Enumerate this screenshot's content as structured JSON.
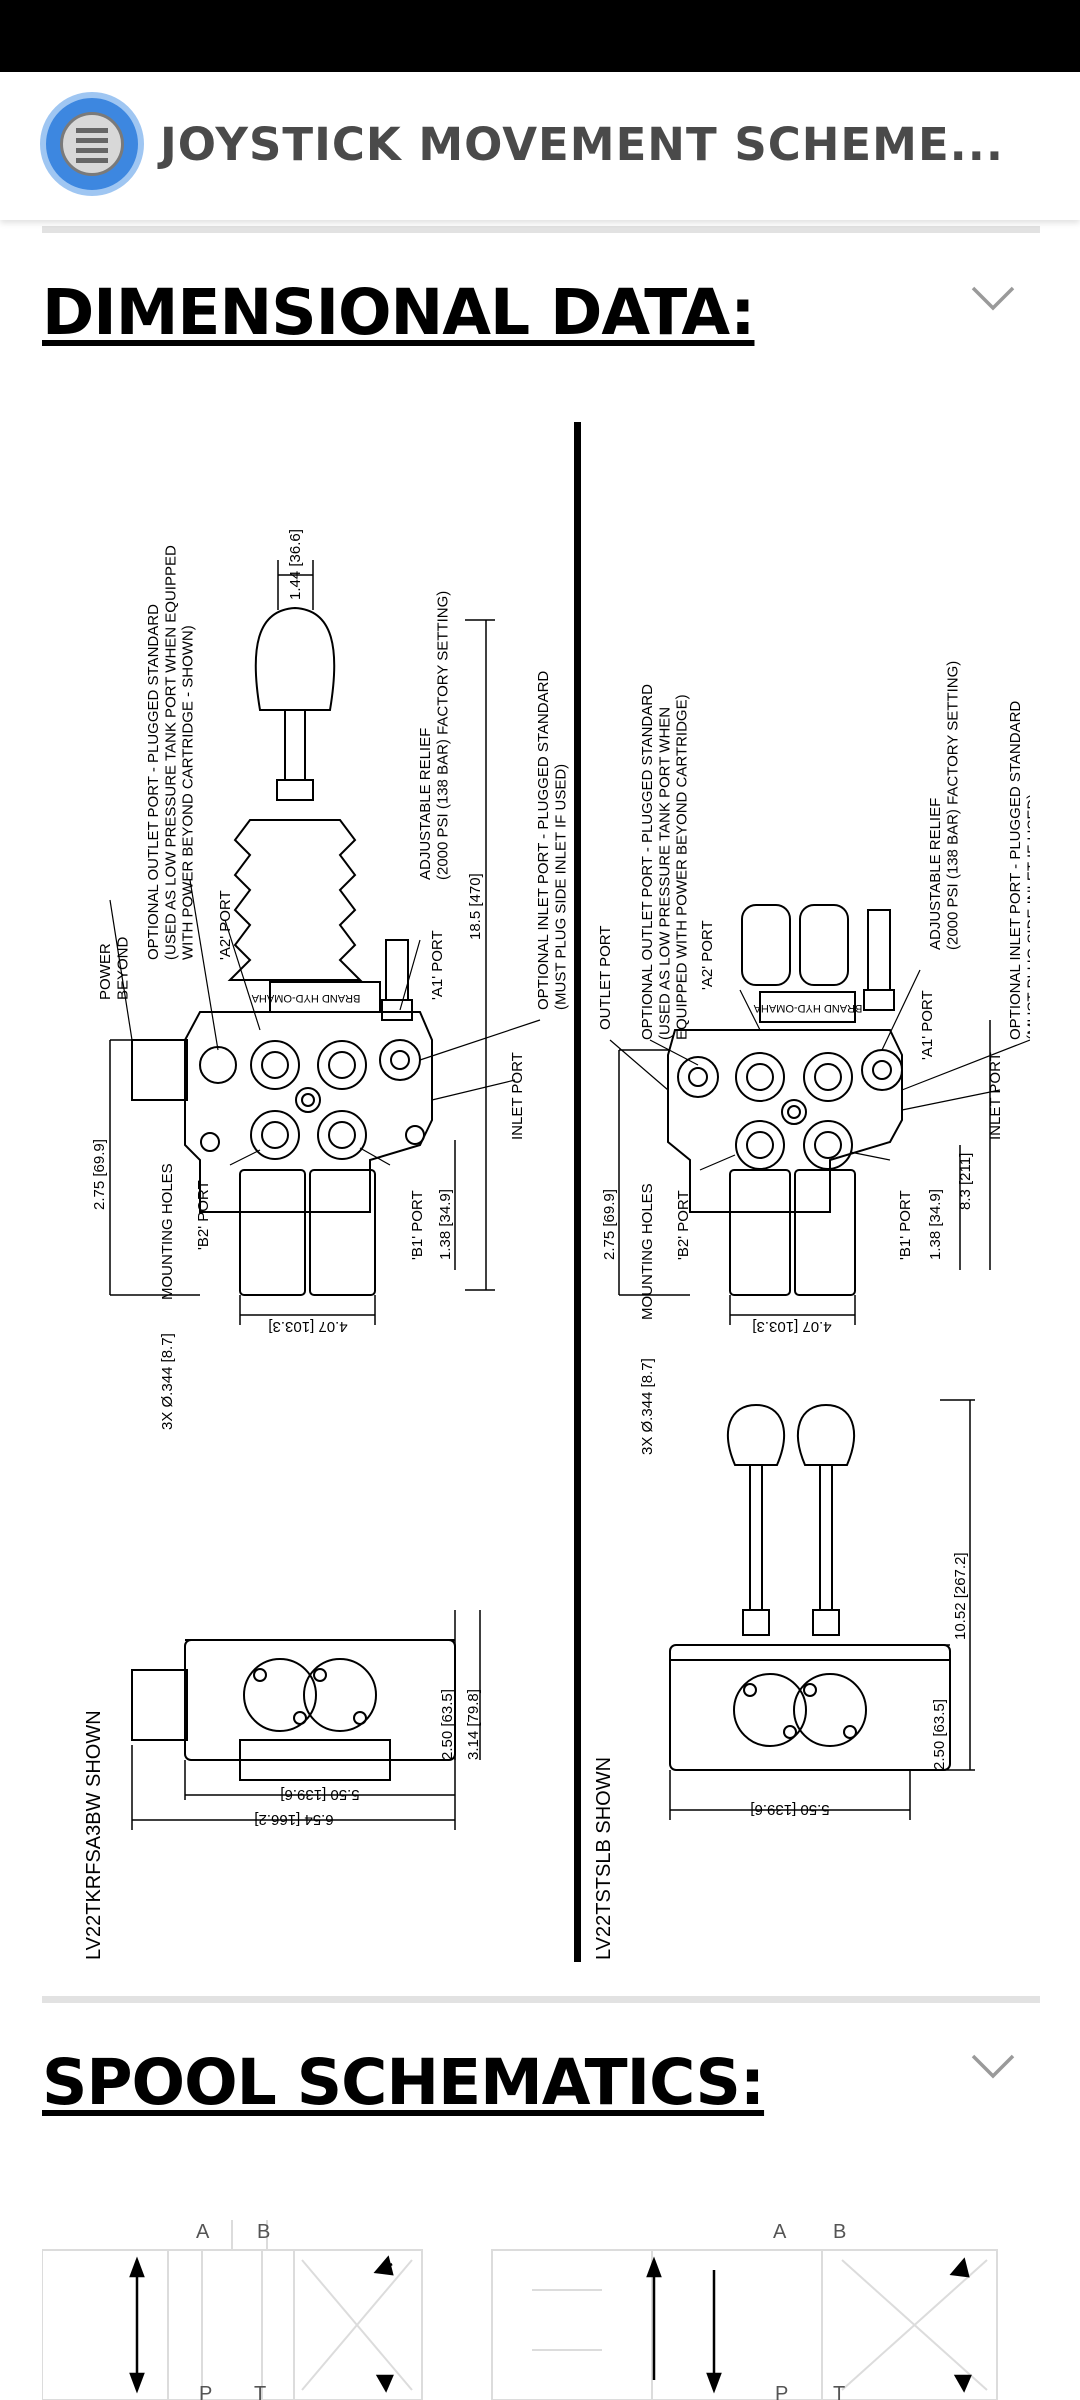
{
  "header": {
    "title": "JOYSTICK MOVEMENT SCHEME..."
  },
  "sections": {
    "dimensional": {
      "title": "DIMENSIONAL DATA:"
    },
    "spool": {
      "title": "SPOOL SCHEMATICS:"
    }
  },
  "drawing": {
    "left": {
      "model": "LV22TKRFSA3BW SHOWN",
      "power_beyond": "POWER\nBEYOND",
      "optional_outlet": "OPTIONAL OUTLET PORT - PLUGGED STANDARD\n(USED AS LOW PRESSURE TANK PORT WHEN EQUIPPED\nWITH POWER BEYOND CARTRIDGE - SHOWN)",
      "a2_port": "'A2' PORT",
      "dim_144": "1.44 [36.6]",
      "adjustable_relief": "ADJUSTABLE RELIEF\n(2000 PSI (138 BAR) FACTORY SETTING)",
      "optional_inlet": "OPTIONAL INLET PORT - PLUGGED STANDARD\n(MUST PLUG SIDE INLET IF USED)",
      "dim_185": "18.5 [470]",
      "a1_port": "'A1' PORT",
      "inlet_port": "INLET PORT",
      "dim_275": "2.75 [69.9]",
      "mounting_holes": "MOUNTING HOLES",
      "b2_port": "'B2' PORT",
      "b1_port": "'B1' PORT",
      "dim_138": "1.38 [34.9]",
      "dim_407": "4.07 [103.3]",
      "holes": "3X Ø.344 [8.7]",
      "dim_250": "2.50 [63.5]",
      "dim_314": "3.14 [79.8]",
      "dim_550": "5.50 [139.6]",
      "dim_654": "6.54 [166.2]",
      "brand": "BRAND HYD-OMAHA"
    },
    "right": {
      "model": "LV22TSTSLB SHOWN",
      "outlet_port": "OUTLET PORT",
      "optional_outlet": "OPTIONAL OUTLET PORT - PLUGGED STANDARD\n(USED AS LOW PRESSURE TANK PORT WHEN\nEQUIPPED WITH POWER BEYOND CARTRIDGE)",
      "a2_port": "'A2' PORT",
      "adjustable_relief": "ADJUSTABLE RELIEF\n(2000 PSI (138 BAR) FACTORY SETTING)",
      "optional_inlet": "OPTIONAL INLET PORT - PLUGGED STANDARD\n(MUST PLUG SIDE INLET IF USED)",
      "a1_port": "'A1' PORT",
      "inlet_port": "INLET PORT",
      "dim_275": "2.75 [69.9]",
      "mounting_holes": "MOUNTING HOLES",
      "b2_port": "'B2' PORT",
      "b1_port": "'B1' PORT",
      "dim_138": "1.38 [34.9]",
      "dim_83": "8.3 [211]",
      "dim_407": "4.07 [103.3]",
      "holes": "3X Ø.344 [8.7]",
      "dim_1052": "10.52 [267.2]",
      "dim_250": "2.50 [63.5]",
      "dim_550": "5.50 [139.6]",
      "brand": "BRAND HYD-OMAHA"
    }
  },
  "spool_labels": {
    "a": "A",
    "b": "B",
    "p": "P",
    "t": "T"
  },
  "colors": {
    "accent": "#3d87e0",
    "title_text": "#4a4a4a",
    "divider": "#e2e2e2"
  },
  "icons": {
    "app": "document-list-icon",
    "chevron": "chevron-down-icon"
  }
}
